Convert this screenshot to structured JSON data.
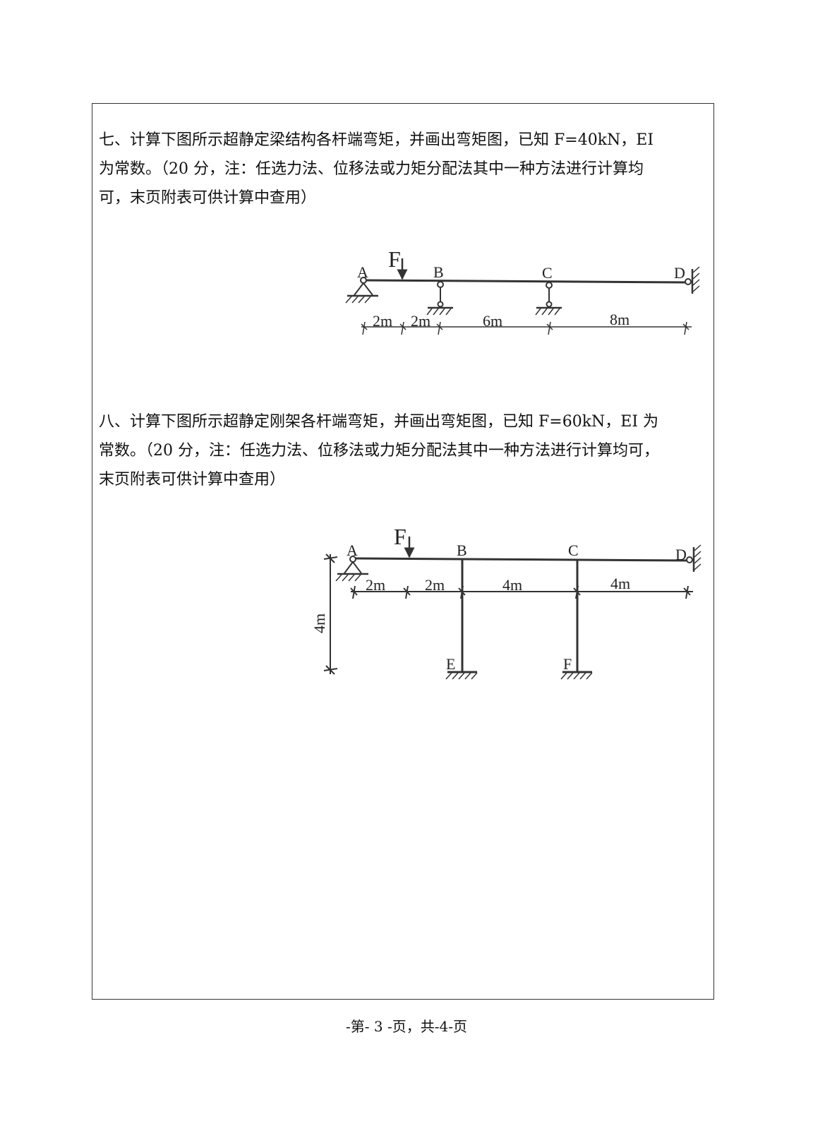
{
  "q7": {
    "lines": [
      "七、计算下图所示超静定梁结构各杆端弯矩，并画出弯矩图，已知 F=40kN，EI",
      "为常数。（20 分，注：任选力法、位移法或力矩分配法其中一种方法进行计算均",
      "可，末页附表可供计算中查用）"
    ],
    "figure": {
      "load": "F",
      "nodes": [
        "A",
        "B",
        "C",
        "D"
      ],
      "dims": [
        "2m",
        "2m",
        "6m",
        "8m"
      ]
    }
  },
  "q8": {
    "lines": [
      "八、计算下图所示超静定刚架各杆端弯矩，并画出弯矩图，已知 F=60kN，EI 为",
      "常数。（20 分，注：任选力法、位移法或力矩分配法其中一种方法进行计算均可，",
      "末页附表可供计算中查用）"
    ],
    "figure": {
      "load": "F",
      "nodes": [
        "A",
        "B",
        "C",
        "D",
        "E",
        "F"
      ],
      "dims": [
        "2m",
        "2m",
        "4m",
        "4m"
      ],
      "height": "4m"
    }
  },
  "footer": "-第- 3 -页，共-4-页"
}
